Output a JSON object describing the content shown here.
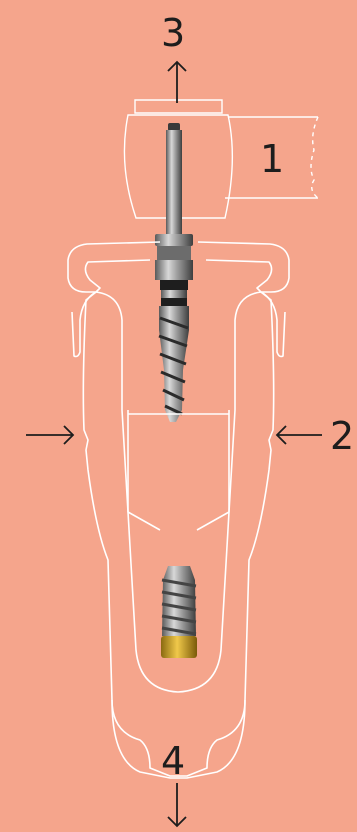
{
  "diagram": {
    "background": "#f5a58c",
    "outline_color": "#ffffff",
    "arrow_color": "#1d1d1d",
    "labels": {
      "label_1": "1",
      "label_2": "2",
      "label_3": "3",
      "label_4": "4"
    },
    "parts": {
      "handpiece": "handpiece-head",
      "drill": "drill-driver-bit",
      "holder": "implant-holder-outline",
      "implant": "dental-implant"
    }
  }
}
